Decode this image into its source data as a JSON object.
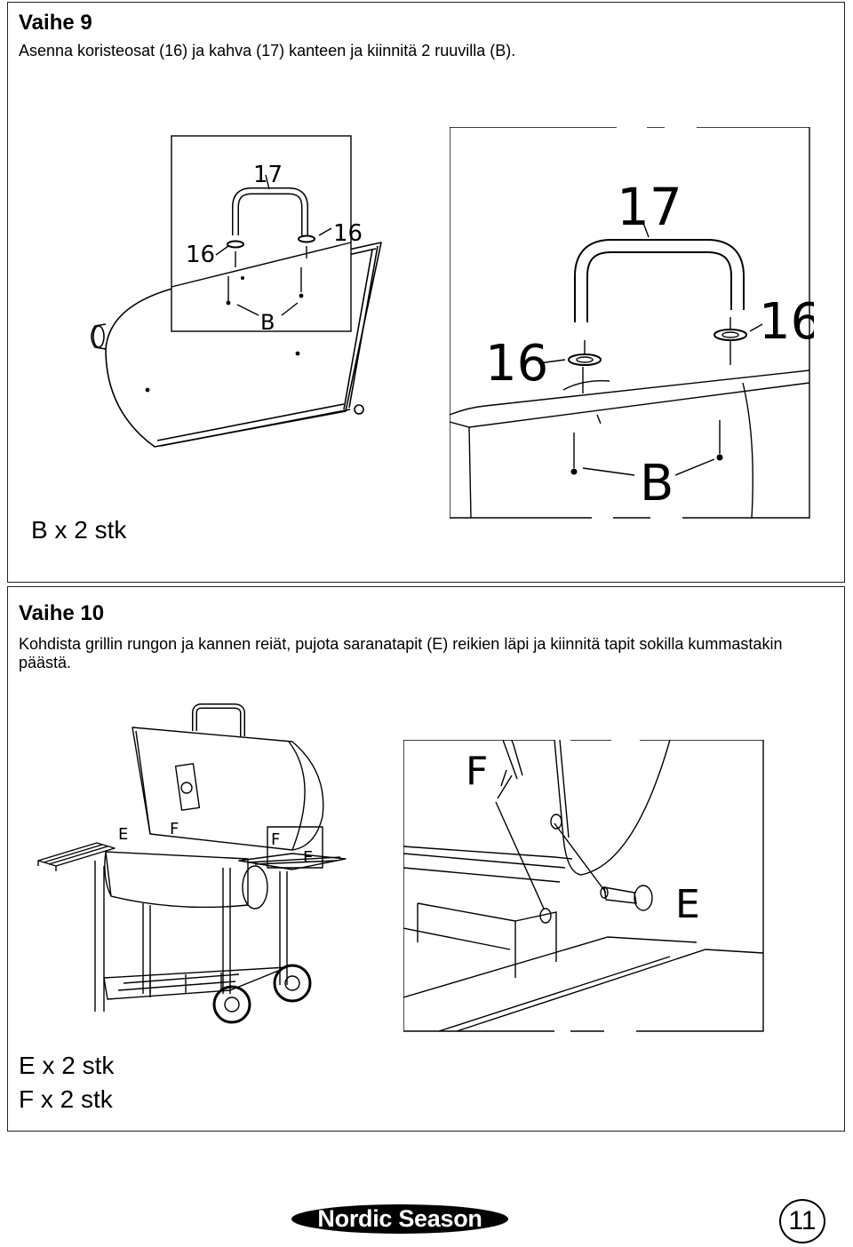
{
  "step9": {
    "title": "Vaihe 9",
    "instruction": "Asenna koristeosat (16) ja kahva (17) kanteen ja kiinnitä 2 ruuvilla (B).",
    "quantity": "B x 2 stk",
    "labels": {
      "handle": "17",
      "trim": "16",
      "screw": "B"
    }
  },
  "step10": {
    "title": "Vaihe 10",
    "instruction": "Kohdista grillin rungon ja kannen reiät, pujota saranatapit (E) reikien läpi ja kiinnitä tapit sokilla kummastakin päästä.",
    "quantity_e": "E x 2 stk",
    "quantity_f": "F x 2 stk",
    "labels": {
      "pin": "E",
      "clip": "F"
    }
  },
  "footer": {
    "brand": "Nordic Season",
    "page_number": "11"
  }
}
